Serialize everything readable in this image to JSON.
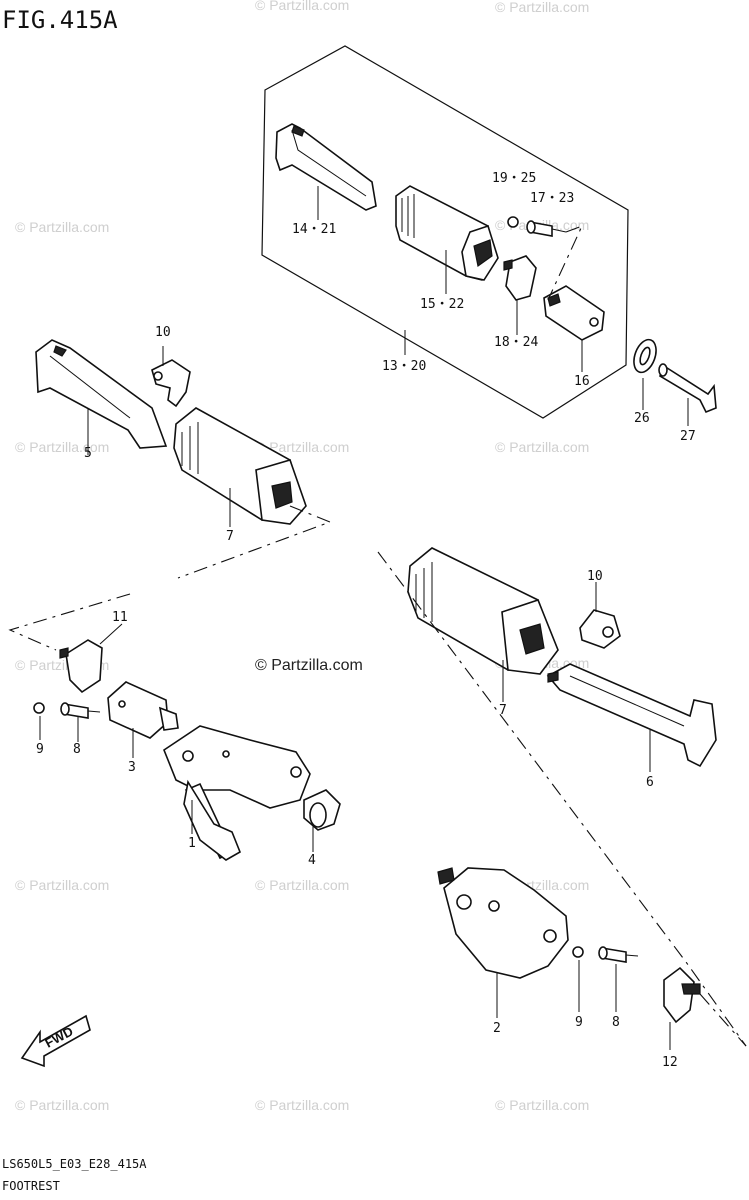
{
  "figure": {
    "title": "FIG.415A",
    "code": "LS650L5_E03_E28_415A",
    "name": "FOOTREST"
  },
  "watermark": {
    "main": "© Partzilla.com",
    "repeat": "© Partzilla.com"
  },
  "fwd_badge": "FWD",
  "callouts": [
    {
      "id": "c-14-21",
      "text": "14・21"
    },
    {
      "id": "c-19-25",
      "text": "19・25"
    },
    {
      "id": "c-17-23",
      "text": "17・23"
    },
    {
      "id": "c-15-22",
      "text": "15・22"
    },
    {
      "id": "c-18-24",
      "text": "18・24"
    },
    {
      "id": "c-13-20",
      "text": "13・20"
    },
    {
      "id": "c-16",
      "text": "16"
    },
    {
      "id": "c-26",
      "text": "26"
    },
    {
      "id": "c-27",
      "text": "27"
    },
    {
      "id": "c-10a",
      "text": "10"
    },
    {
      "id": "c-5",
      "text": "5"
    },
    {
      "id": "c-7a",
      "text": "7"
    },
    {
      "id": "c-11",
      "text": "11"
    },
    {
      "id": "c-9a",
      "text": "9"
    },
    {
      "id": "c-8a",
      "text": "8"
    },
    {
      "id": "c-3",
      "text": "3"
    },
    {
      "id": "c-1",
      "text": "1"
    },
    {
      "id": "c-4",
      "text": "4"
    },
    {
      "id": "c-10b",
      "text": "10"
    },
    {
      "id": "c-7b",
      "text": "7"
    },
    {
      "id": "c-6",
      "text": "6"
    },
    {
      "id": "c-2",
      "text": "2"
    },
    {
      "id": "c-9b",
      "text": "9"
    },
    {
      "id": "c-8b",
      "text": "8"
    },
    {
      "id": "c-12",
      "text": "12"
    }
  ]
}
